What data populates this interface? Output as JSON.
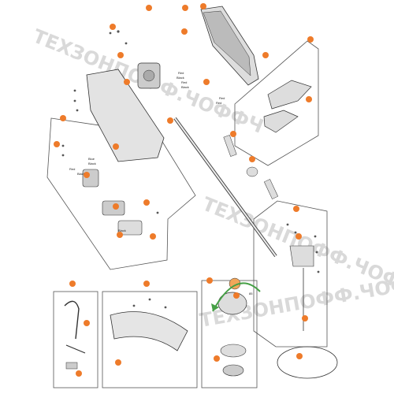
{
  "diagram": {
    "watermarks": [
      "ТЕХЗОНПОФФ.ЧОФФЧ",
      "ТЕХЗОНПОФФ.ЧОФФЧ",
      "ТЕХЗОНПОФФ.ЧОФФЧ"
    ],
    "wire_labels": [
      "Red",
      "Black",
      "Red",
      "Black",
      "Red",
      "Red",
      "Blue",
      "Black",
      "Red",
      "Black",
      "Black"
    ],
    "group_label": "85",
    "colors": {
      "callout": "#ee7b2a",
      "line": "#333333",
      "part": "#d7d7d7",
      "frame": "#555555"
    }
  }
}
